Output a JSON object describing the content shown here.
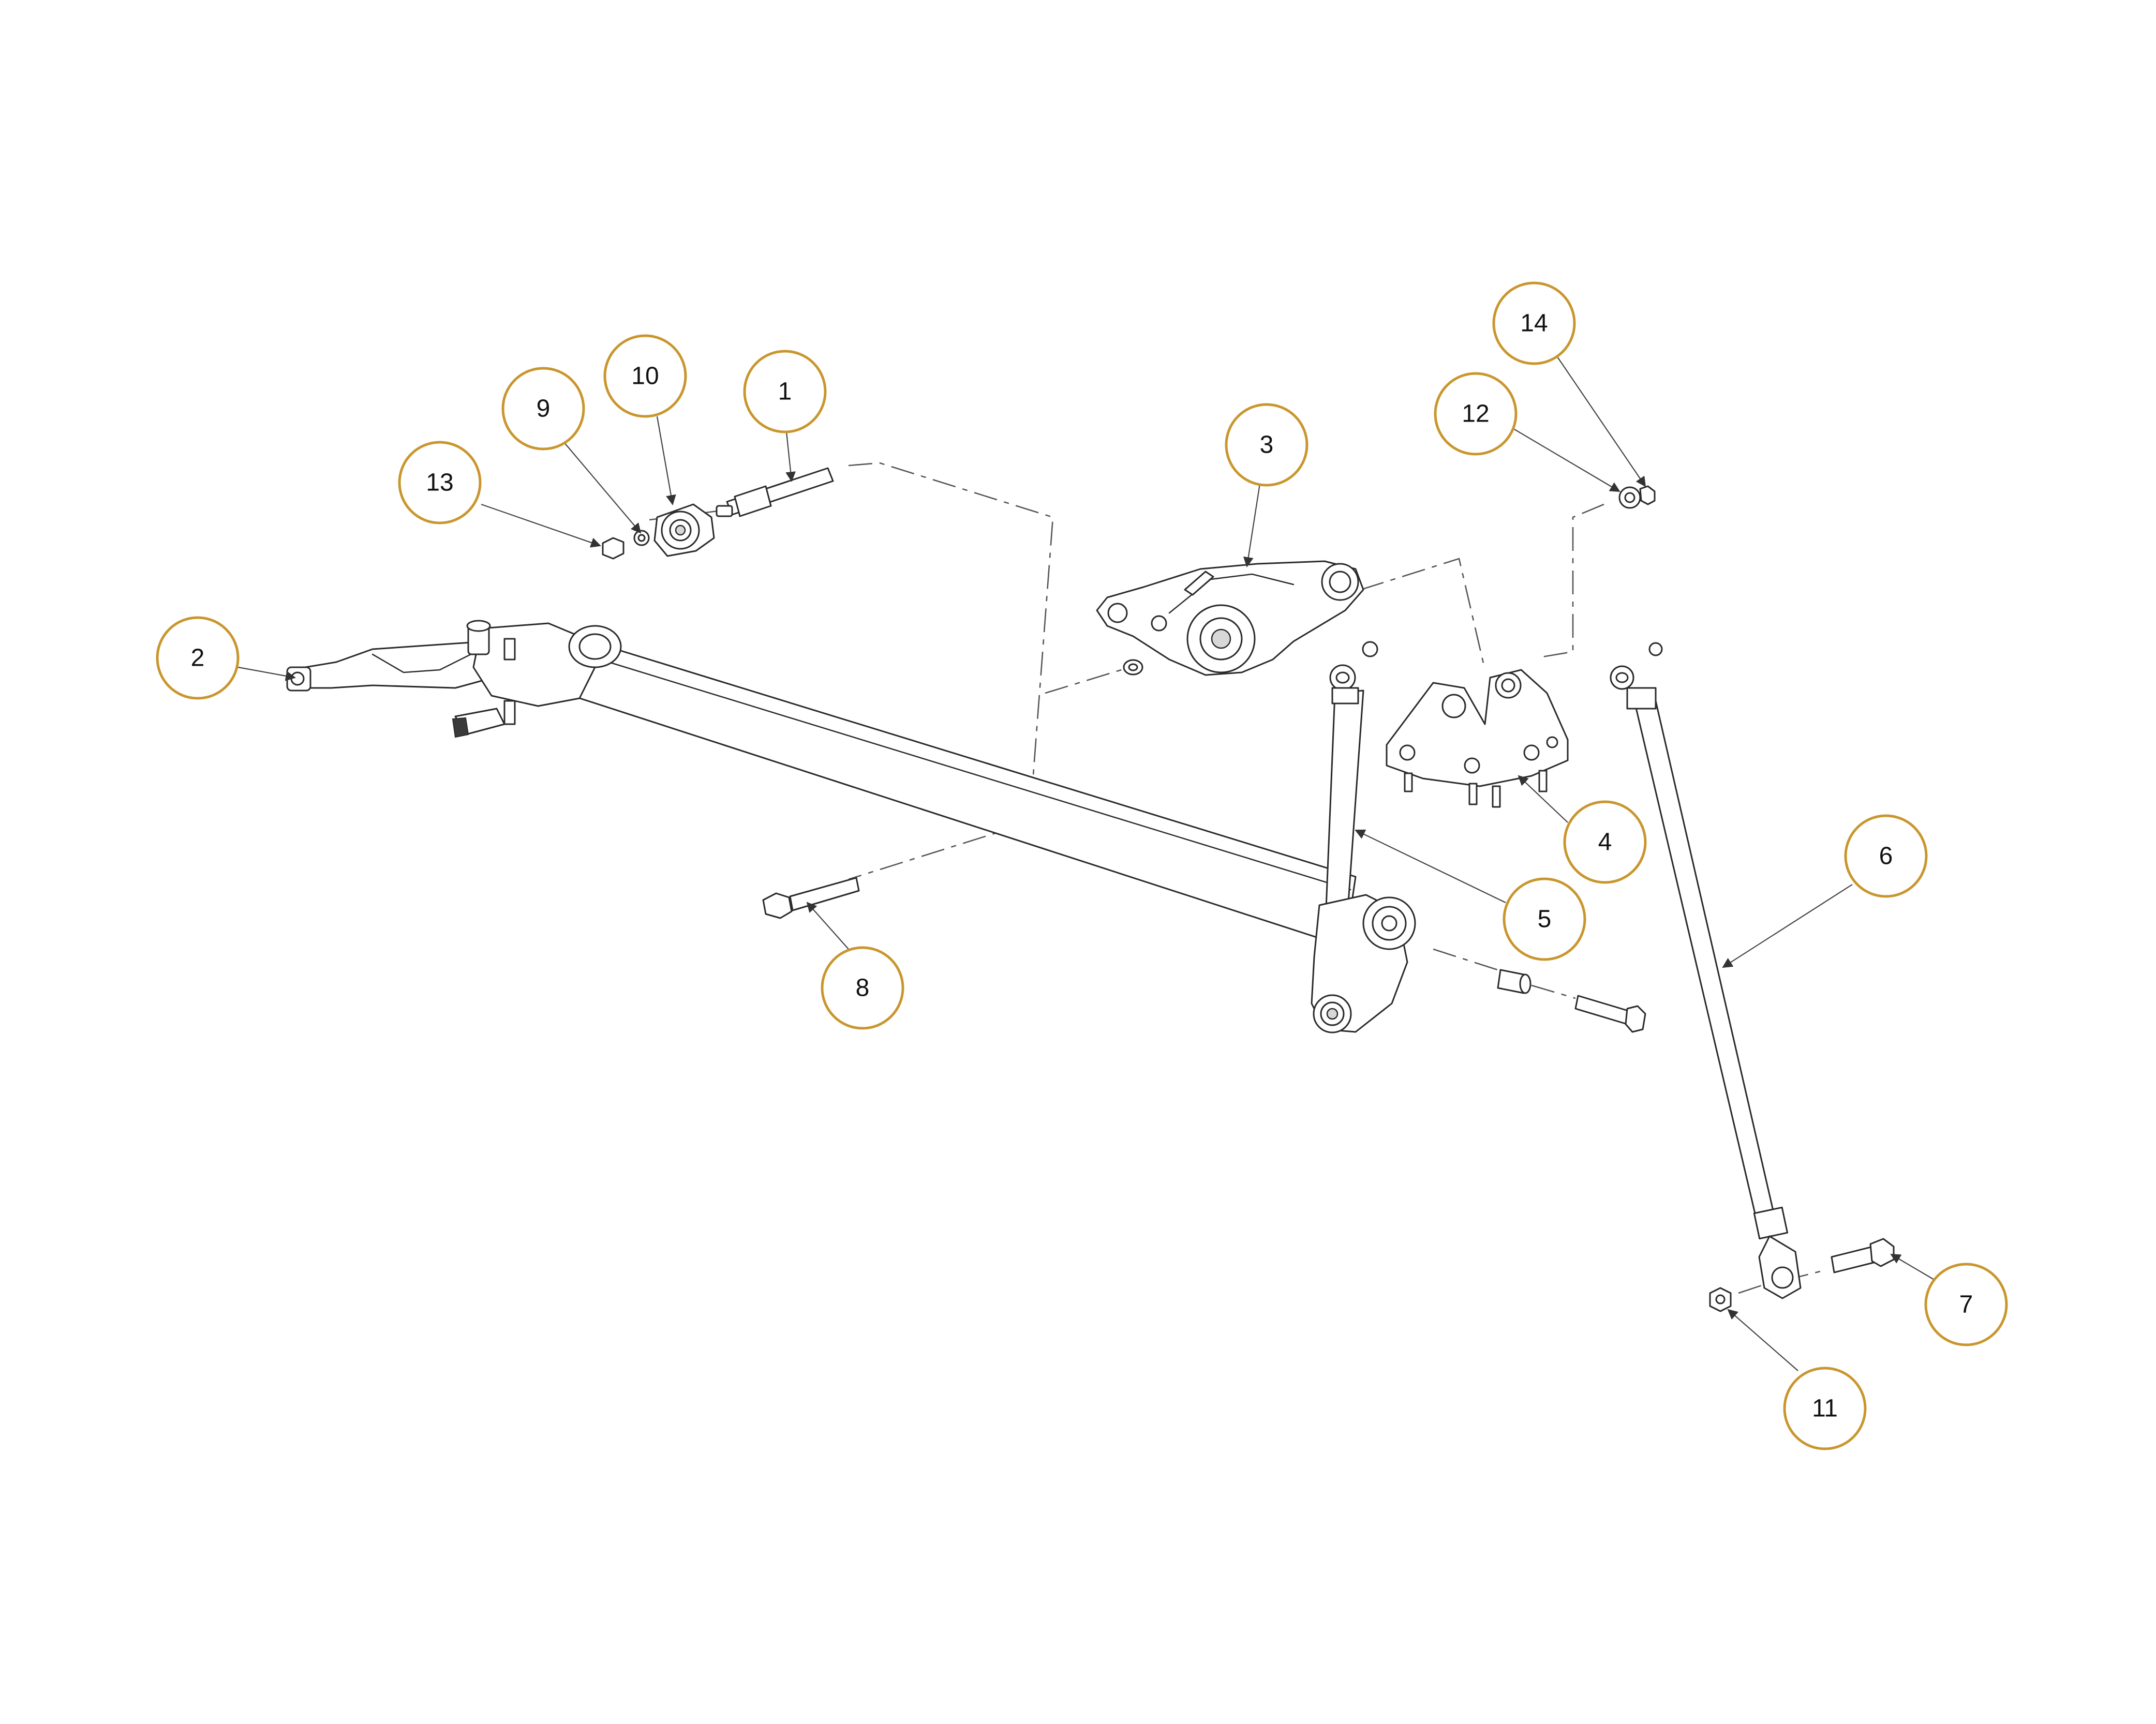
{
  "colors": {
    "callout_ring": "#C9962E",
    "line": "#2a2a2a"
  },
  "callouts": [
    {
      "id": "1",
      "label": "1"
    },
    {
      "id": "2",
      "label": "2"
    },
    {
      "id": "3",
      "label": "3"
    },
    {
      "id": "4",
      "label": "4"
    },
    {
      "id": "5",
      "label": "5"
    },
    {
      "id": "6",
      "label": "6"
    },
    {
      "id": "7",
      "label": "7"
    },
    {
      "id": "8",
      "label": "8"
    },
    {
      "id": "9",
      "label": "9"
    },
    {
      "id": "10",
      "label": "10"
    },
    {
      "id": "11",
      "label": "11"
    },
    {
      "id": "12",
      "label": "12"
    },
    {
      "id": "13",
      "label": "13"
    },
    {
      "id": "14",
      "label": "14"
    }
  ]
}
